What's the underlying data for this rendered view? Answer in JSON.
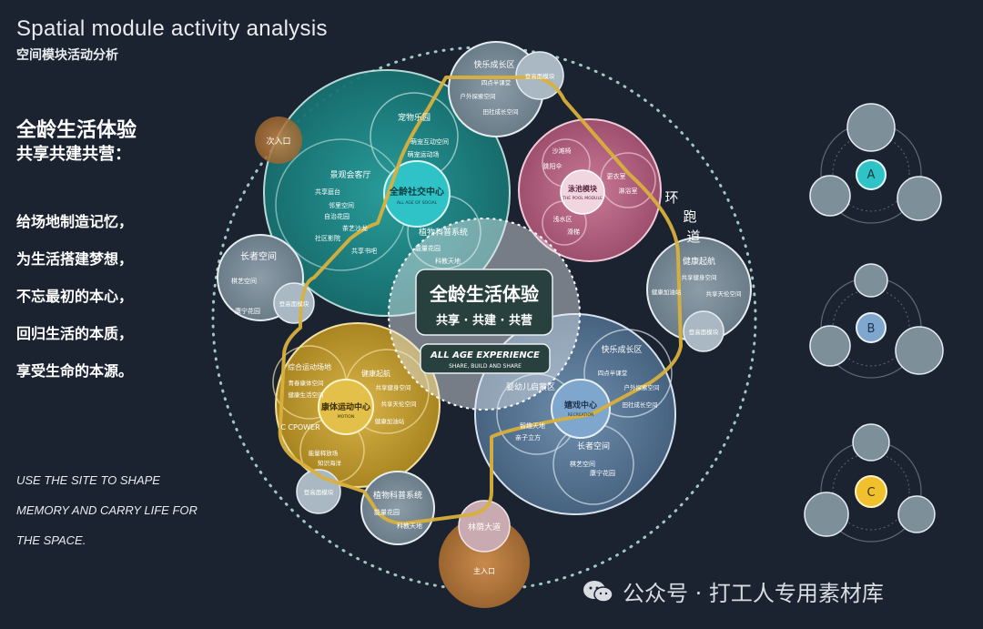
{
  "header": {
    "title_en": "Spatial module activity analysis",
    "title_cn": "空间模块活动分析"
  },
  "left_panel": {
    "heading": "全龄生活体验",
    "subheading": "共享共建共营：",
    "verses": [
      "给场地制造记忆，",
      "为生活搭建梦想，",
      "不忘最初的本心，",
      "回归生活的本质，",
      "享受生命的本源。"
    ],
    "slogan": [
      "USE THE SITE TO SHAPE",
      "MEMORY AND CARRY LIFE FOR",
      "THE  SPACE."
    ]
  },
  "center": {
    "title": "全龄生活体验",
    "subtitle": "共享 · 共建 · 共营",
    "en_title": "ALL AGE EXPERIENCE",
    "en_subtitle": "SHARE, BUILD AND SHARE"
  },
  "social": {
    "hub": "全龄社交中心",
    "hub_en": "ALL AGE OF SOCIAL",
    "pet_park": "宠物乐园",
    "pet_a": "萌宠互动空间",
    "pet_b": "萌宠运动场",
    "living_room": "景观会客厅",
    "items": [
      "共享庭台",
      "邻里空间",
      "自治花园",
      "茶艺沙龙",
      "社区影院",
      "共享书吧"
    ],
    "plant_lab": "植物科普系统",
    "plant_a": "能量花园",
    "plant_b": "科教天地"
  },
  "pool": {
    "hub": "泳池模块",
    "hub_en": "THE POOL MODULE",
    "items": [
      "沙滩椅",
      "跳阳伞",
      "更衣室",
      "淋浴室",
      "浅水区",
      "滑梯"
    ]
  },
  "elder_left": {
    "title": "长者空间",
    "items": [
      "棋艺空间",
      "康宁花园"
    ],
    "light_module": "登高面模块"
  },
  "fitness": {
    "title": "健康起航",
    "items": [
      "共享健身空间",
      "共享天伦空间",
      "健康加油站"
    ],
    "badge": "登高面模块"
  },
  "motion": {
    "hub": "康体运动中心",
    "hub_en": "MOTION",
    "items": [
      "综合运动场地",
      "青春康体空间",
      "健康生活空间",
      "能量释放场",
      "知识海洋"
    ],
    "cpower": "C CPOWER",
    "badge": "登高面模块",
    "plant_title": "植物科普系统",
    "plant_a": "能量花园",
    "plant_b": "科教天地"
  },
  "recreation": {
    "hub": "嬉戏中心",
    "hub_en": "RECREATION",
    "kids": "快乐成长区",
    "kids_items": [
      "四点半课堂",
      "户外探索空间",
      "田社成长空间"
    ],
    "infant": "婴幼儿启蒙区",
    "infant_items": [
      "智趣天地",
      "亲子立方"
    ],
    "elder": "长者空间",
    "elder_items": [
      "棋艺空间",
      "康宁花园"
    ]
  },
  "top": {
    "title": "快乐成长区",
    "items": [
      "四点半课堂",
      "户外探索空间",
      "田社成长空间"
    ],
    "badge": "登高面模块"
  },
  "entries": {
    "secondary": "次入口",
    "main": "主入口",
    "avenue": "林荫大道"
  },
  "running_track": [
    "环",
    "跑",
    "道"
  ],
  "modules": [
    "A",
    "B",
    "C"
  ],
  "watermark": "公众号 · 打工人专用素材库",
  "colors": {
    "background": "#1b2230",
    "teal": "#1f8a8a",
    "pink": "#c06a8b",
    "gold": "#c9a536",
    "blue": "#5b7fa0",
    "track": "#d8b03c"
  }
}
